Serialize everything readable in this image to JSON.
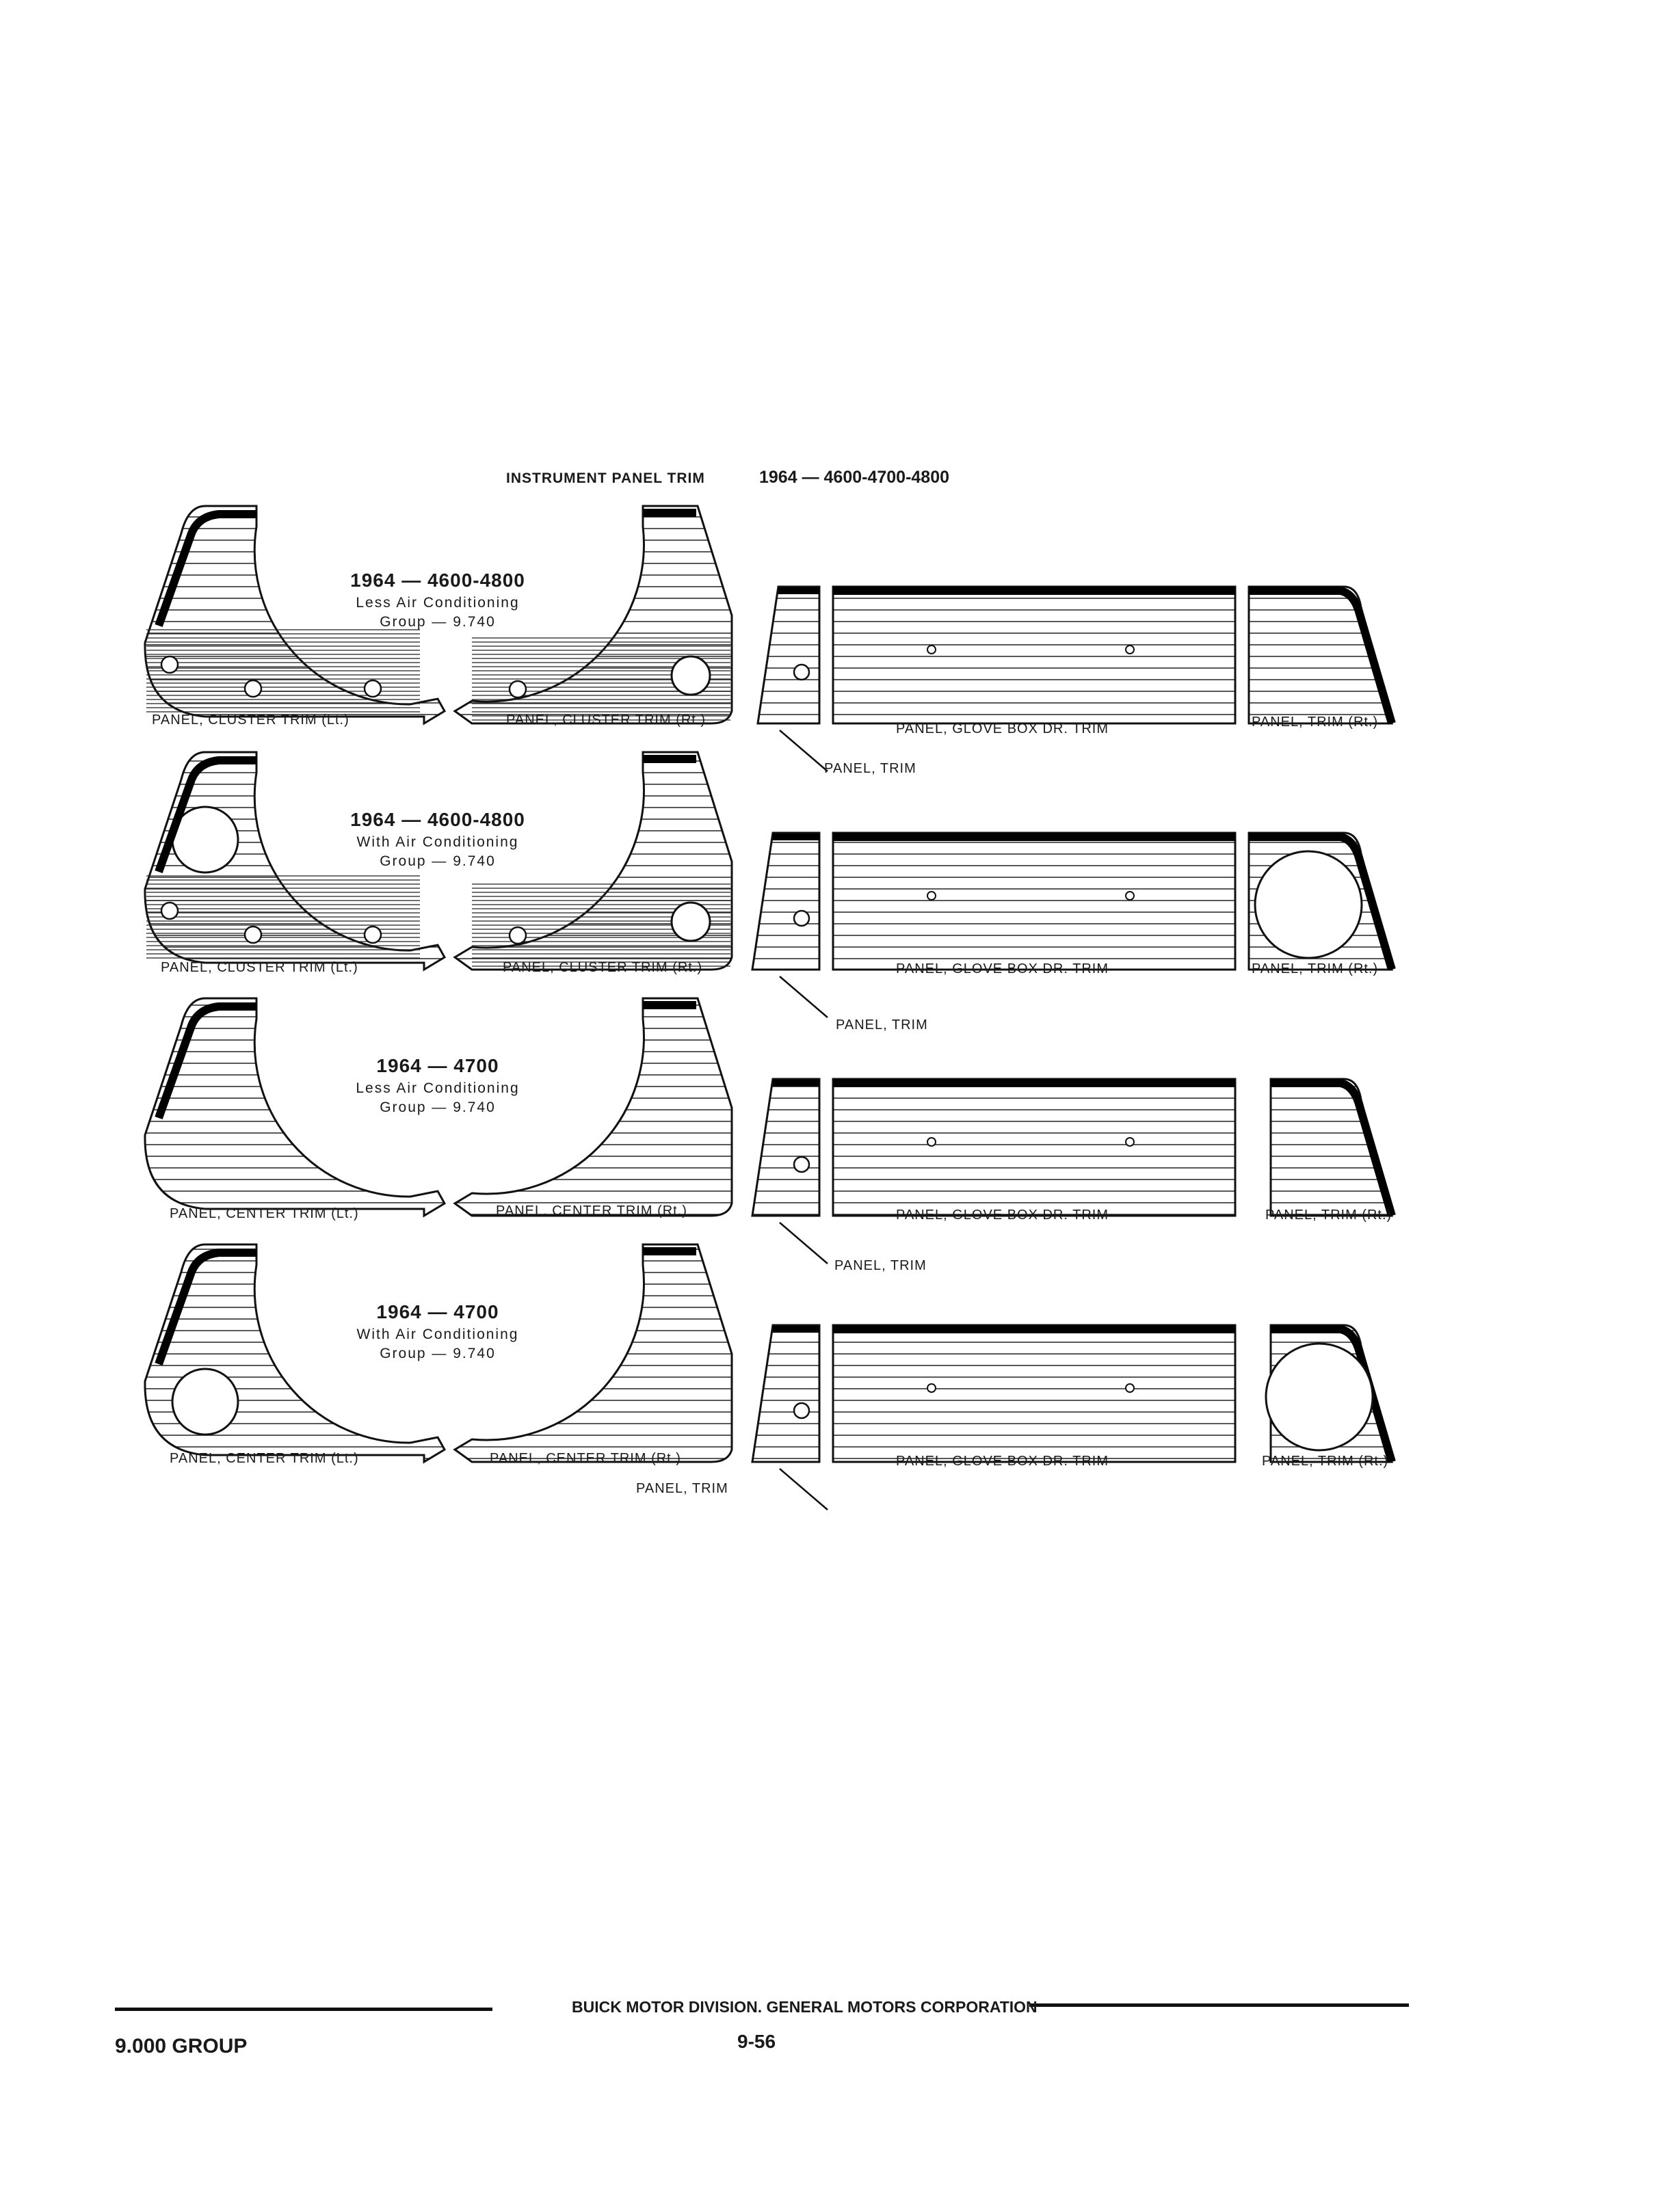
{
  "header": {
    "title": "INSTRUMENT PANEL TRIM",
    "series": "1964 — 4600-4700-4800"
  },
  "rows": [
    {
      "legend": [
        "1964 — 4600-4800",
        "Less Air Conditioning",
        "Group — 9.740"
      ],
      "label_left": "PANEL, CLUSTER  TRIM (Lt.)",
      "label_right": "PANEL, CLUSTER  TRIM (Rt.)",
      "label_small": "PANEL, TRIM",
      "label_glove": "PANEL, GLOVE BOX  DR. TRIM",
      "label_trim_rt": "PANEL, TRIM (Rt.)"
    },
    {
      "legend": [
        "1964 — 4600-4800",
        "With Air Conditioning",
        "Group — 9.740"
      ],
      "label_left": "PANEL, CLUSTER  TRIM (Lt.)",
      "label_right": "PANEL, CLUSTER  TRIM (Rt.)",
      "label_small": "PANEL, TRIM",
      "label_glove": "PANEL, GLOVE BOX  DR. TRIM",
      "label_trim_rt": "PANEL, TRIM (Rt.)"
    },
    {
      "legend": [
        "1964 — 4700",
        "Less Air Conditioning",
        "Group — 9.740"
      ],
      "label_left": "PANEL, CENTER TRIM (Lt.)",
      "label_right": "PANEL, CENTER TRIM (Rt.)",
      "label_small": "PANEL, TRIM",
      "label_glove": "PANEL, GLOVE BOX  DR. TRIM",
      "label_trim_rt": "PANEL, TRIM (Rt.)"
    },
    {
      "legend": [
        "1964 — 4700",
        "With Air Conditioning",
        "Group — 9.740"
      ],
      "label_left": "PANEL, CENTER TRIM (Lt.)",
      "label_right": "PANEL, CENTER TRIM (Rt.)",
      "label_small": "PANEL, TRIM",
      "label_glove": "PANEL, GLOVE BOX  DR. TRIM",
      "label_trim_rt": "PANEL, TRIM (Rt.)"
    }
  ],
  "footer": {
    "division": "BUICK MOTOR DIVISION. GENERAL MOTORS CORPORATION",
    "group": "9.000 GROUP",
    "page_number": "9-56"
  }
}
